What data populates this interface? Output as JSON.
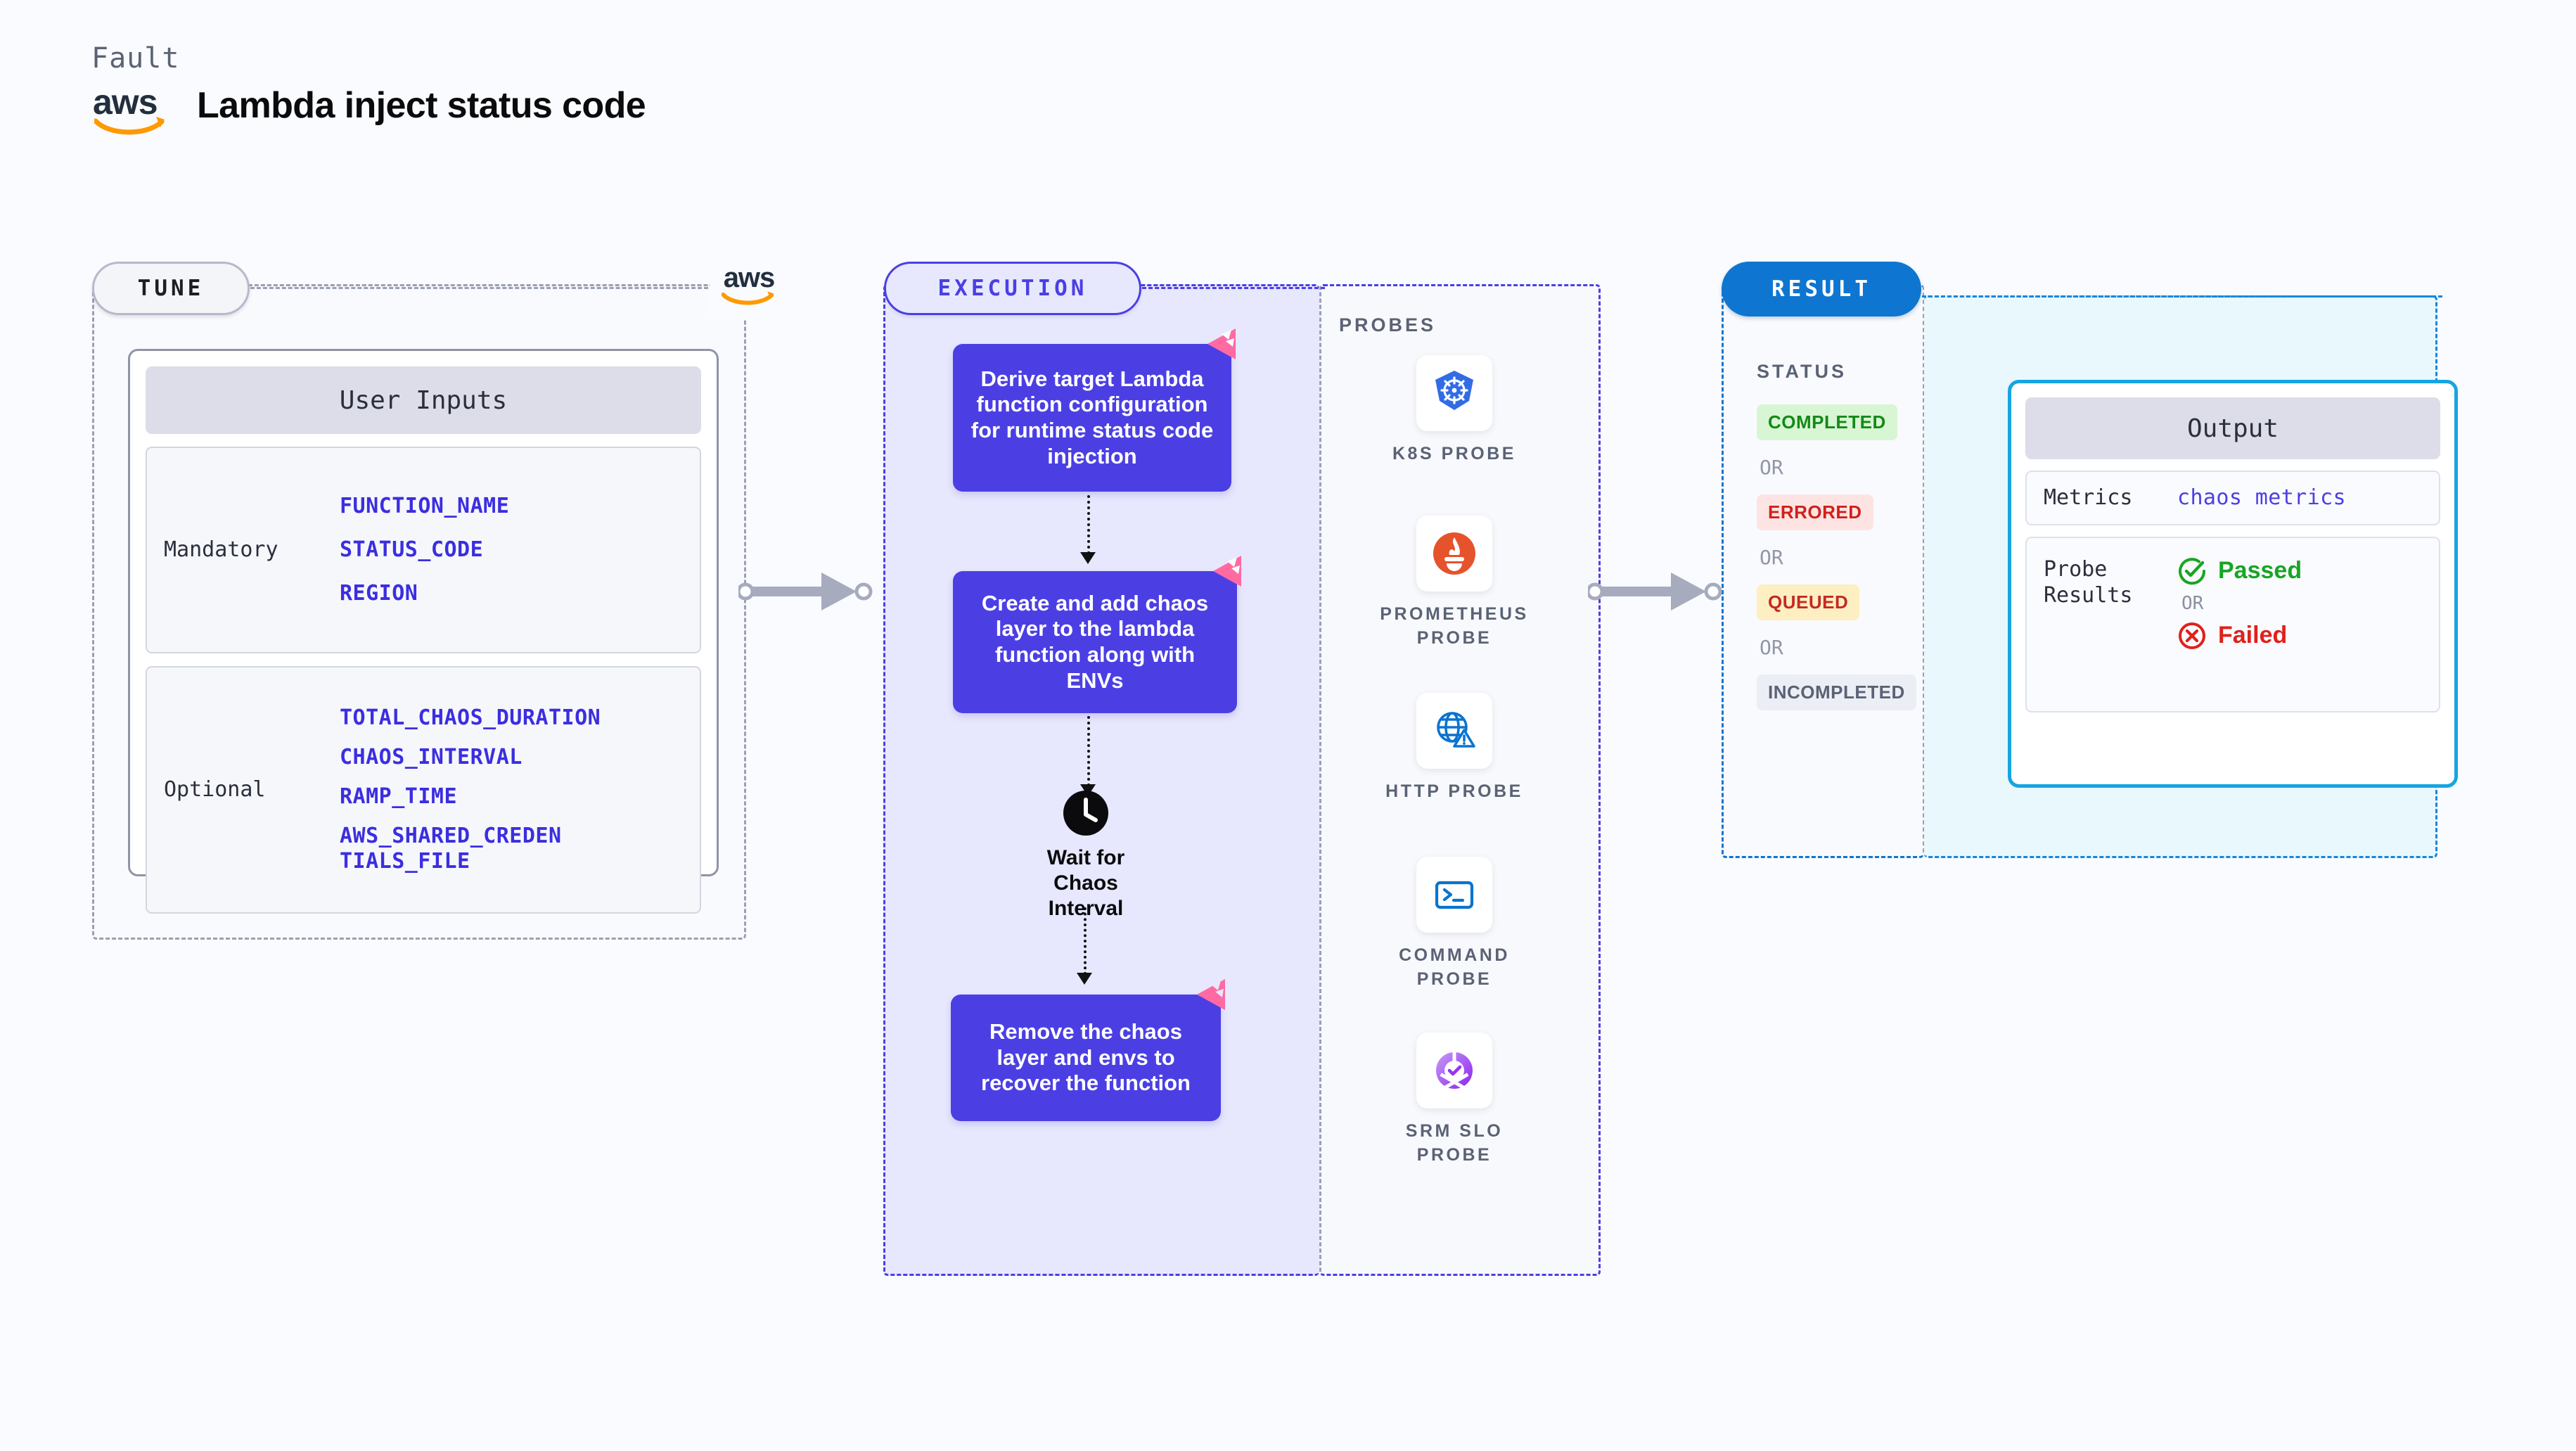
{
  "header": {
    "kicker": "Fault",
    "title": "Lambda inject status code",
    "logo_text": "aws",
    "logo_icon": "aws-logo"
  },
  "tune": {
    "pill_label": "TUNE",
    "card_header": "User Inputs",
    "groups": [
      {
        "label": "Mandatory",
        "values": [
          "FUNCTION_NAME",
          "STATUS_CODE",
          "REGION"
        ]
      },
      {
        "label": "Optional",
        "values": [
          "TOTAL_CHAOS_DURATION",
          "CHAOS_INTERVAL",
          "RAMP_TIME",
          "AWS_SHARED_CREDENTIALS_FILE"
        ]
      }
    ],
    "badge_logo": "aws"
  },
  "execution": {
    "pill_label": "EXECUTION",
    "steps": [
      {
        "text": "Derive target Lambda function configuration for runtime status code injection",
        "badge_icon": "litmus-badge-icon"
      },
      {
        "text": "Create and add chaos layer to the lambda function along with ENVs",
        "badge_icon": "litmus-badge-icon"
      }
    ],
    "wait": {
      "icon": "clock-icon",
      "label": "Wait for Chaos Interval"
    },
    "final_step": {
      "text": "Remove the chaos layer and envs to recover the function",
      "badge_icon": "litmus-badge-icon"
    }
  },
  "probes": {
    "title": "PROBES",
    "items": [
      {
        "name": "K8S PROBE",
        "icon": "kubernetes-icon"
      },
      {
        "name": "PROMETHEUS PROBE",
        "icon": "prometheus-icon"
      },
      {
        "name": "HTTP PROBE",
        "icon": "http-globe-warning-icon"
      },
      {
        "name": "COMMAND PROBE",
        "icon": "terminal-icon"
      },
      {
        "name": "SRM SLO PROBE",
        "icon": "srm-slo-icon"
      }
    ]
  },
  "result": {
    "pill_label": "RESULT",
    "status_title": "STATUS",
    "or_label": "OR",
    "statuses": [
      {
        "label": "COMPLETED",
        "style": "completed"
      },
      {
        "label": "ERRORED",
        "style": "errored"
      },
      {
        "label": "QUEUED",
        "style": "queued"
      },
      {
        "label": "INCOMPLETED",
        "style": "incomplete"
      }
    ]
  },
  "output": {
    "card_header": "Output",
    "metrics_label": "Metrics",
    "metrics_value": "chaos metrics",
    "probe_results_label": "Probe Results",
    "passed_label": "Passed",
    "failed_label": "Failed",
    "or_label": "OR"
  },
  "colors": {
    "accent_purple": "#4b3fe4",
    "accent_blue": "#0e76d1",
    "accent_cyan": "#16a5e0",
    "pink_badge": "#ff6aa2",
    "aws_orange": "#ff9900",
    "gray_border": "#9aa0b4",
    "background": "#f9fbfe"
  }
}
